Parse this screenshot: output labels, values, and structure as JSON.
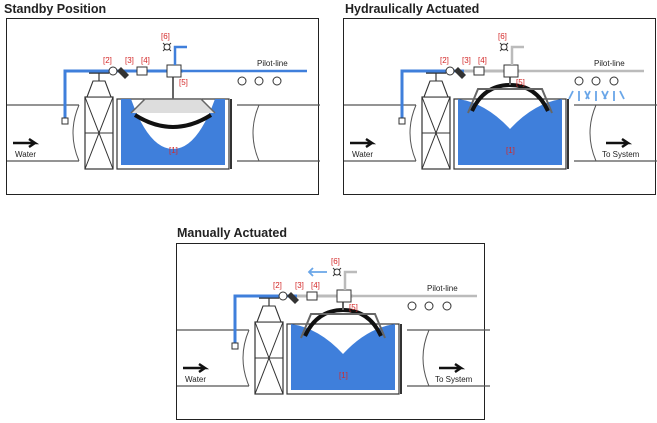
{
  "colors": {
    "water_blue": "#3f7fdb",
    "pipe_outline": "#555555",
    "label_red": "#d42a2a",
    "spray_blue": "#6aa6e8",
    "arrow_black": "#111111"
  },
  "panels": [
    {
      "title": "Standby Position",
      "water_label": "Water",
      "system_label": "",
      "pilot_label": "Pilot-line",
      "diaphragm_state": "down",
      "spray": false,
      "vent_arrow": false,
      "callouts": [
        "[1]",
        "[2]",
        "[3]",
        "[4]",
        "[5]",
        "[6]"
      ]
    },
    {
      "title": "Hydraulically Actuated",
      "water_label": "Water",
      "system_label": "To System",
      "pilot_label": "Pilot-line",
      "diaphragm_state": "up",
      "spray": true,
      "vent_arrow": false,
      "callouts": [
        "[1]",
        "[2]",
        "[3]",
        "[4]",
        "[5]",
        "[6]"
      ]
    },
    {
      "title": "Manually Actuated",
      "water_label": "Water",
      "system_label": "To System",
      "pilot_label": "Pilot-line",
      "diaphragm_state": "up",
      "spray": false,
      "vent_arrow": true,
      "callouts": [
        "[1]",
        "[2]",
        "[3]",
        "[4]",
        "[5]",
        "[6]"
      ]
    }
  ]
}
